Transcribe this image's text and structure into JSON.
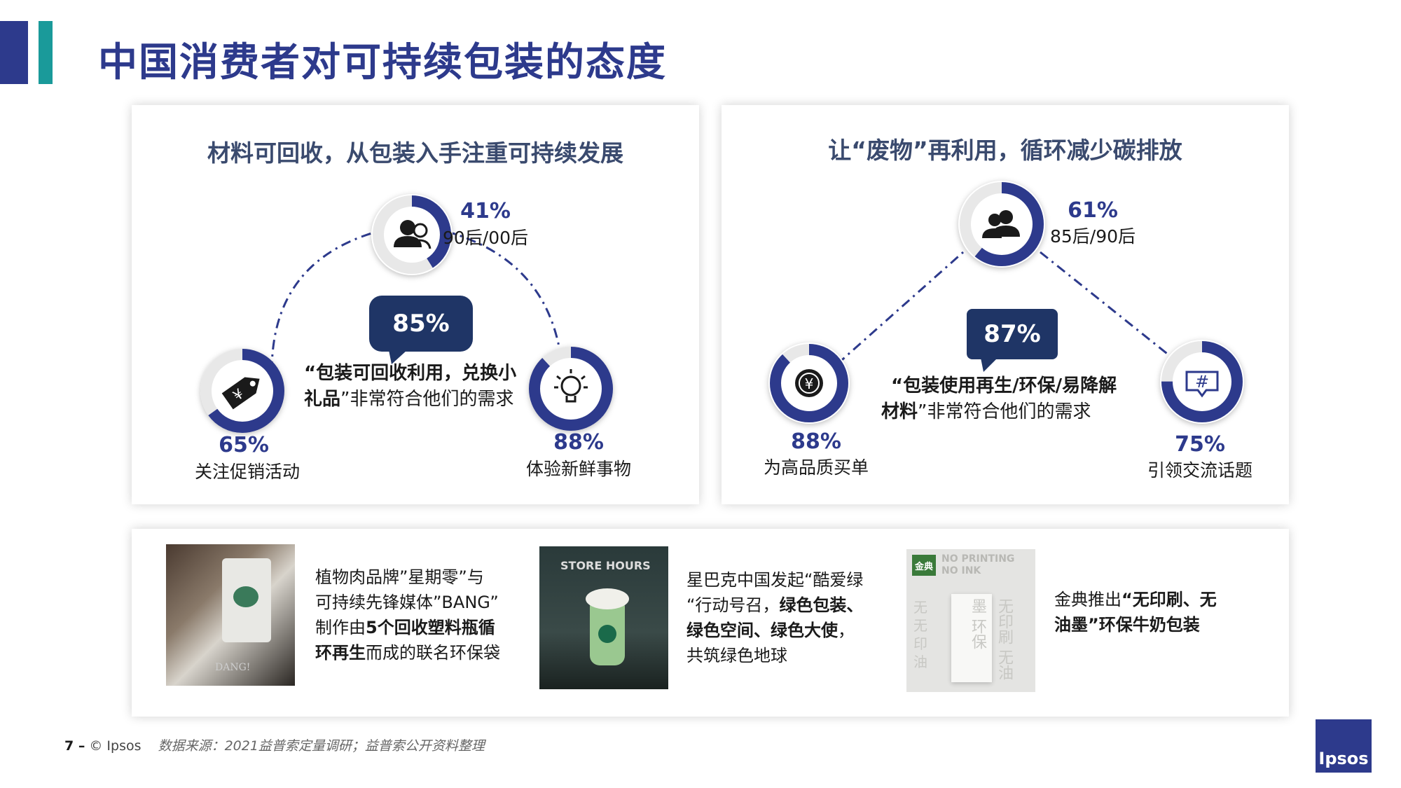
{
  "header": {
    "title": "中国消费者对可持续包装的态度"
  },
  "left_panel": {
    "title": "材料可回收，从包装入手注重可持续发展",
    "bubble_pct": "85%",
    "quote_bold_1": "“包装可回收利用，兑换小",
    "quote_bold_2": "礼品",
    "quote_rest": "”非常符合他们的需求",
    "nodes": [
      {
        "pct": "41%",
        "label": "90后/00后",
        "value": 0.41,
        "icon": "people-icon"
      },
      {
        "pct": "65%",
        "label": "关注促销活动",
        "value": 0.65,
        "icon": "price-tag-icon"
      },
      {
        "pct": "88%",
        "label": "体验新鲜事物",
        "value": 0.88,
        "icon": "lightbulb-icon"
      }
    ]
  },
  "right_panel": {
    "title": "让“废物”再利用，循环减少碳排放",
    "bubble_pct": "87%",
    "quote_bold_1": "“包装使用再生/环保/易降解",
    "quote_bold_2": "材料",
    "quote_rest": "”非常符合他们的需求",
    "nodes": [
      {
        "pct": "61%",
        "label": "85后/90后",
        "value": 0.61,
        "icon": "people-icon"
      },
      {
        "pct": "88%",
        "label": "为高品质买单",
        "value": 0.88,
        "icon": "yen-coin-icon"
      },
      {
        "pct": "75%",
        "label": "引领交流话题",
        "value": 0.75,
        "icon": "hashtag-chat-icon"
      }
    ]
  },
  "cases": [
    {
      "line1": "植物肉品牌”星期零”与",
      "line2": "可持续先锋媒体”BANG”",
      "line3a": "制作由",
      "line3b": "5个回收塑料瓶循",
      "line4b": "环再生",
      "line4c": "而成的联名环保袋",
      "photo_text": "DANG!"
    },
    {
      "line1": "星巴克中国发起“酷爱绿",
      "line2a": "“行动号召，",
      "line2b": "绿色包装、",
      "line3b": "绿色空间、绿色大使",
      "line3c": "，",
      "line4": "共筑绿色地球",
      "photo_text": "STORE HOURS"
    },
    {
      "line1a": "金典推出",
      "line1b": "“无印刷、无",
      "line2b": "油墨”",
      "line2c": "环保牛奶包装",
      "photo_text": "NO PRINTING NO INK",
      "photo_cn": "无印刷 无油墨 环保",
      "brand": "金典"
    }
  ],
  "footer": {
    "page": "7 –",
    "copyright": "© Ipsos",
    "source": "数据来源：2021益普索定量调研；益普索公开资料整理"
  },
  "logo": {
    "text": "Ipsos"
  },
  "colors": {
    "navy": "#2d3a8c",
    "teal": "#1a9a9a",
    "bubble": "#1f3566"
  }
}
